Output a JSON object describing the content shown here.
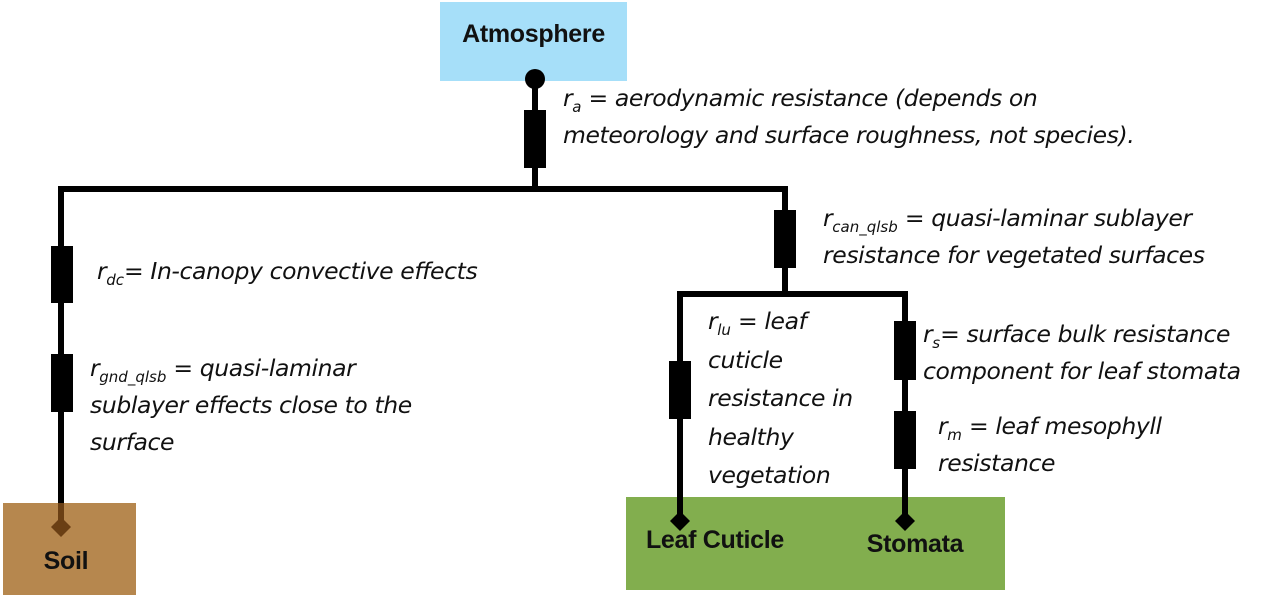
{
  "colors": {
    "atmosphere": "#a6dff9",
    "soil": "#b6874e",
    "soil_overlay": "#6a3f14",
    "vegetation": "#82ae4e",
    "wire": "#000000"
  },
  "nodes": {
    "atmosphere": "Atmosphere",
    "soil": "Soil",
    "leaf_cuticle": "Leaf Cuticle",
    "stomata": "Stomata"
  },
  "resistances": {
    "ra": {
      "symbol": "r",
      "subscript": "a",
      "lines": [
        "= aerodynamic  resistance (depends on",
        "meteorology and surface roughness,  not species)."
      ]
    },
    "rcan": {
      "symbol": "r",
      "subscript": "can_qlsb",
      "lines": [
        "= quasi-laminar  sublayer",
        "resistance for vegetated surfaces"
      ]
    },
    "rdc": {
      "symbol": "r",
      "subscript": "dc",
      "lines": [
        "= In-canopy  convective  effects"
      ]
    },
    "rgnd": {
      "symbol": "r",
      "subscript": "gnd_qlsb",
      "lines": [
        "= quasi-laminar",
        "sublayer effects close to the",
        "surface"
      ]
    },
    "rlu": {
      "symbol": "r",
      "subscript": "lu",
      "lines": [
        "= leaf",
        "cuticle",
        "resistance in",
        "healthy",
        "vegetation"
      ]
    },
    "rs": {
      "symbol": "r",
      "subscript": "s",
      "lines": [
        "= surface bulk resistance",
        "component for leaf stomata"
      ]
    },
    "rm": {
      "symbol": "r",
      "subscript": "m",
      "lines": [
        "= leaf mesophyll",
        "resistance"
      ]
    }
  }
}
